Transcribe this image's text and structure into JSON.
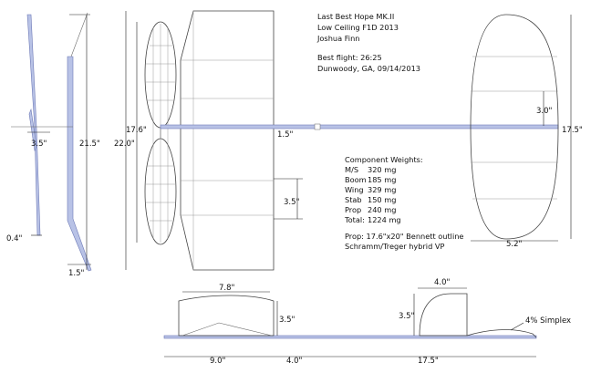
{
  "title_block": {
    "name": "Last Best Hope MK.II",
    "event": "Low Ceiling F1D 2013",
    "designer": "Joshua Finn",
    "best_flight": "Best flight: 26:25",
    "location": "Dunwoody, GA, 09/14/2013"
  },
  "weights": {
    "heading": "Component Weights:",
    "rows": [
      {
        "label": "M/S",
        "value": "320 mg"
      },
      {
        "label": "Boom",
        "value": "185 mg"
      },
      {
        "label": "Wing",
        "value": "329 mg"
      },
      {
        "label": "Stab",
        "value": "150 mg"
      },
      {
        "label": "Prop",
        "value": "240 mg"
      },
      {
        "label": "Total:",
        "value": "1224 mg"
      }
    ]
  },
  "prop_note": {
    "line1": "Prop: 17.6\"x20\" Bennett outline",
    "line2": "Schramm/Treger hybrid VP"
  },
  "dimensions": {
    "front_dihedral": "3.5\"",
    "front_height": "21.5\"",
    "front_bottom": "0.4\"",
    "side_width": "1.5\"",
    "prop_dia": "17.6\"",
    "span": "22.0\"",
    "wing_offset": "1.5\"",
    "rib_spacing": "3.5\"",
    "stab_rib": "3.0\"",
    "stab_span": "17.5\"",
    "stab_chord": "5.2\"",
    "wing_chord": "7.8\"",
    "post_height": "3.5\"",
    "fin_width": "4.0\"",
    "fin_height": "3.5\"",
    "airfoil": "4% Simplex",
    "wing_le": "9.0\"",
    "gap": "4.0\"",
    "tail_len": "17.5\""
  }
}
